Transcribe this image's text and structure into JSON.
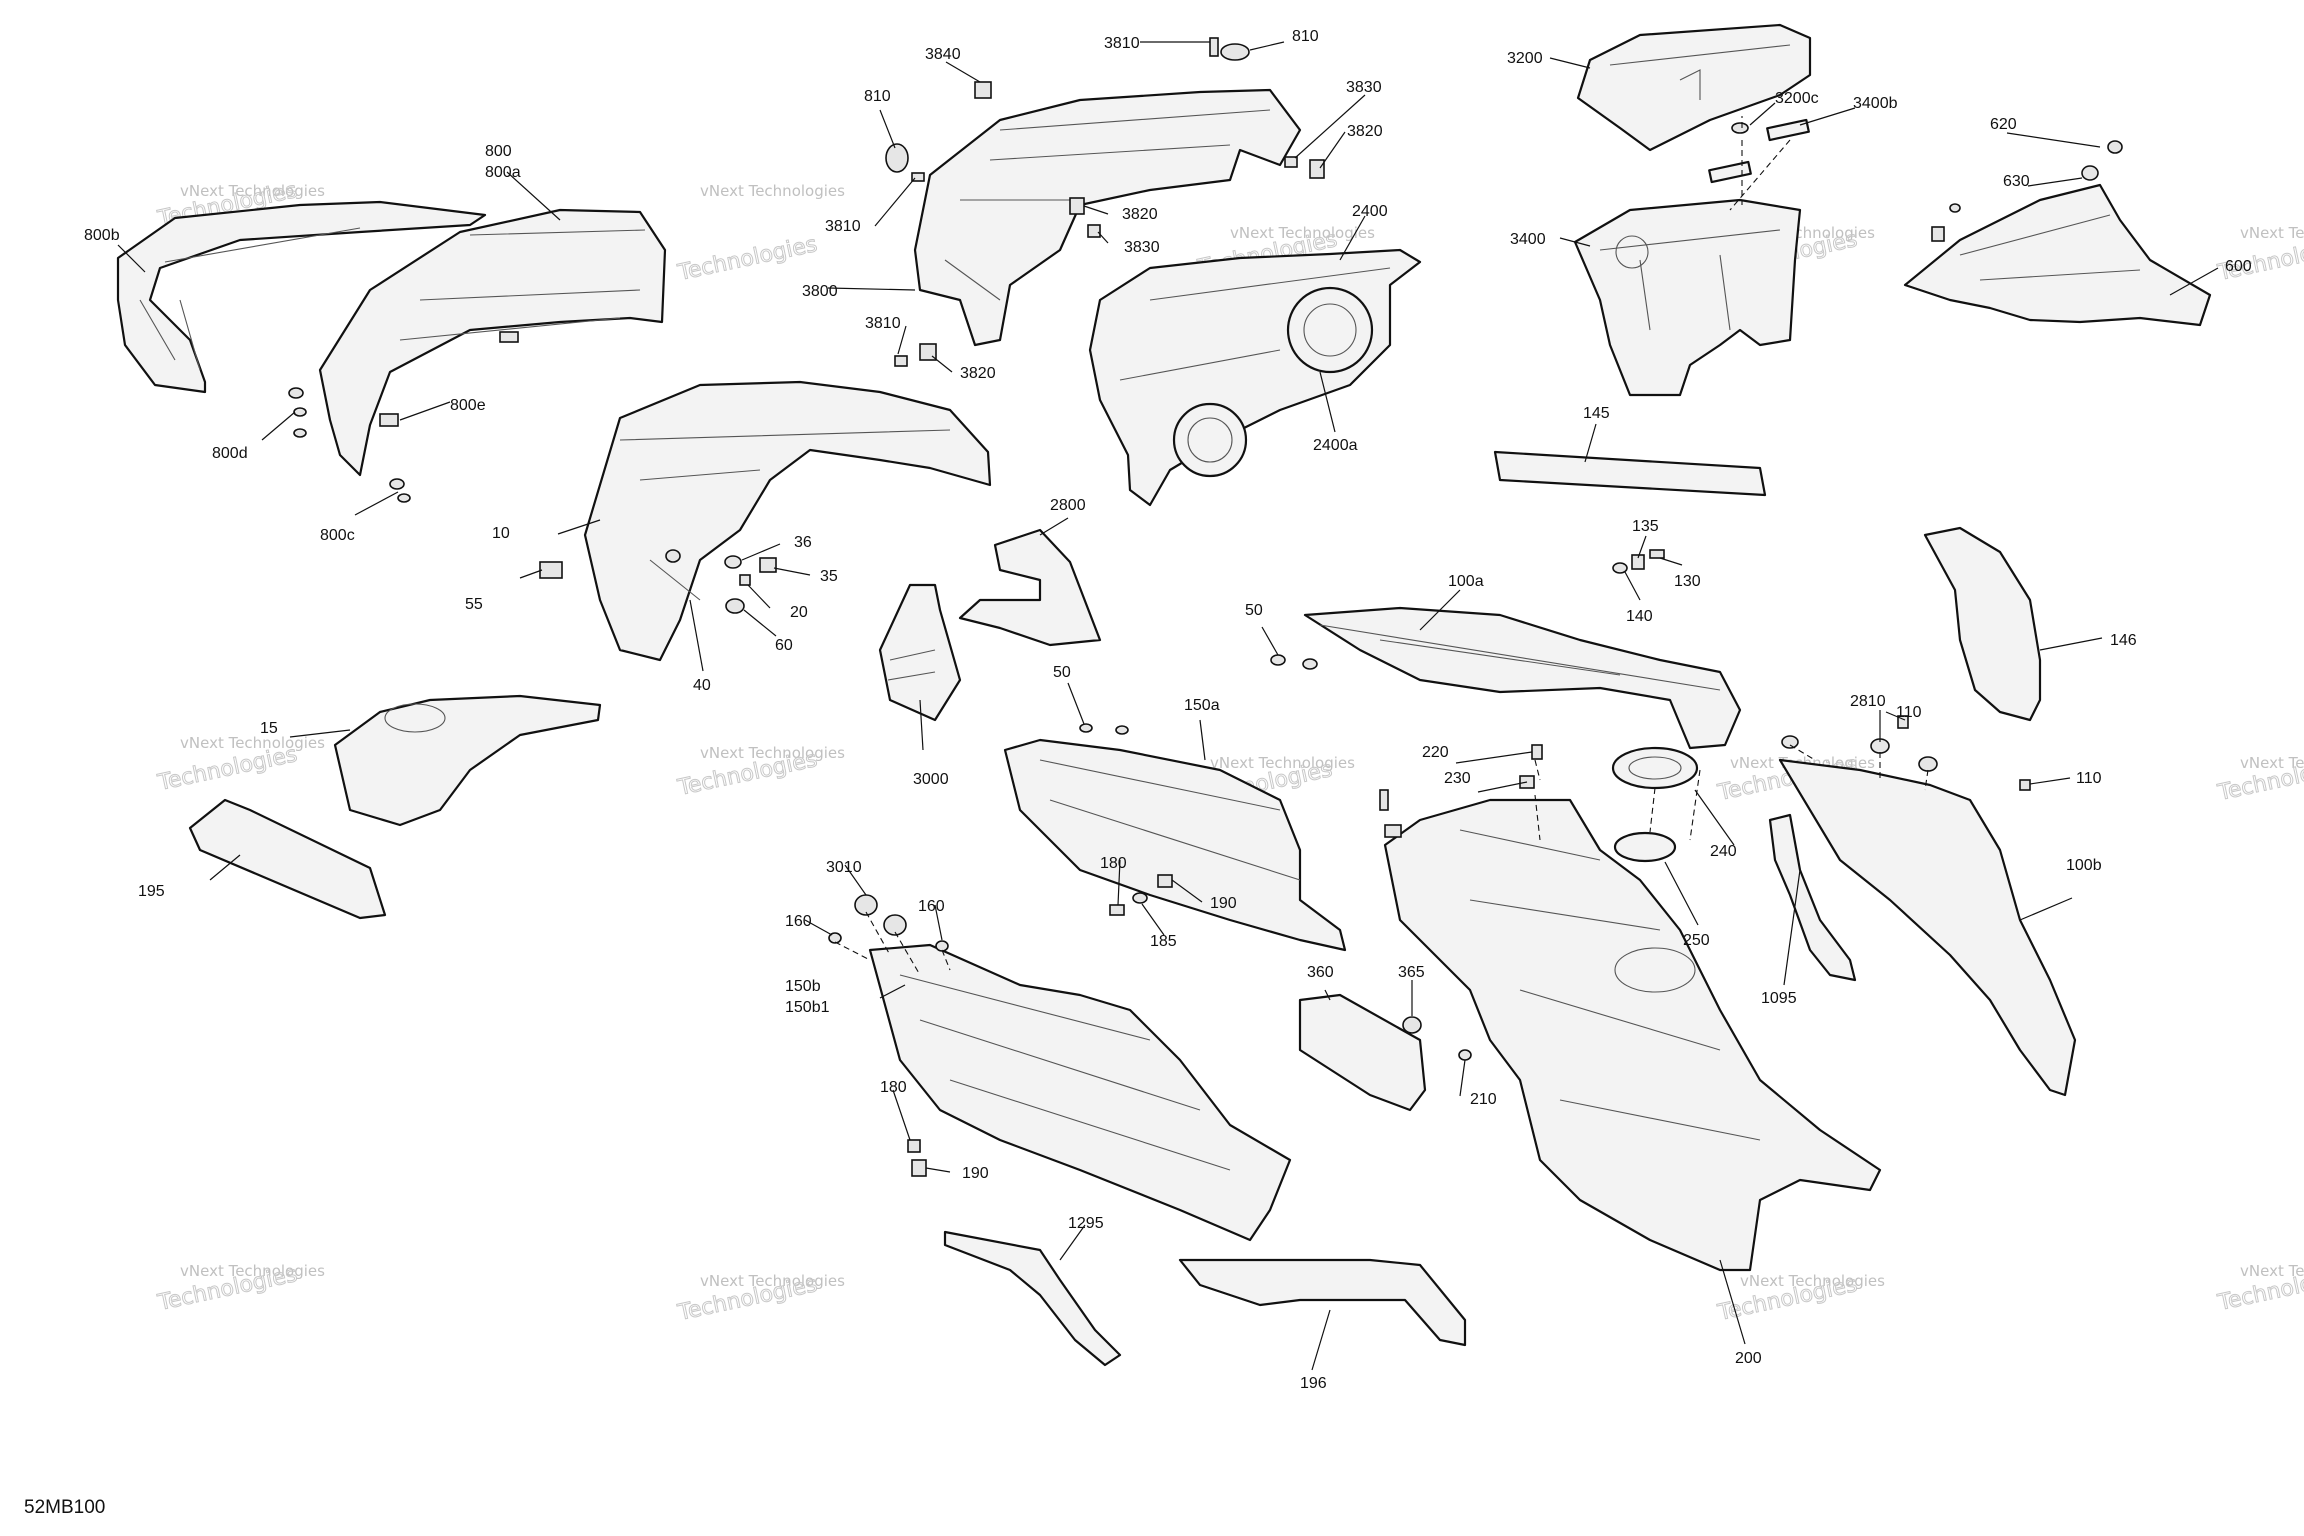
{
  "diagram_id": "52MB100",
  "watermark": {
    "line1": "vNext Technologies",
    "line2": "Technologies"
  },
  "callouts": [
    "800",
    "800a",
    "800b",
    "800d",
    "800e",
    "800c",
    "3840",
    "810",
    "3810",
    "810",
    "3830",
    "3820",
    "3810",
    "3820",
    "3830",
    "3800",
    "3810",
    "3820",
    "2400",
    "2400a",
    "3200",
    "3200c",
    "3400b",
    "3400",
    "620",
    "630",
    "600",
    "145",
    "135",
    "130",
    "140",
    "10",
    "36",
    "35",
    "55",
    "20",
    "60",
    "40",
    "2800",
    "3000",
    "50",
    "100a",
    "15",
    "195",
    "50",
    "150a",
    "220",
    "230",
    "240",
    "250",
    "2810",
    "110",
    "110",
    "146",
    "100b",
    "1095",
    "180",
    "190",
    "185",
    "3010",
    "160",
    "160",
    "150b",
    "150b1",
    "360",
    "365",
    "210",
    "180",
    "190",
    "1295",
    "196",
    "200"
  ]
}
